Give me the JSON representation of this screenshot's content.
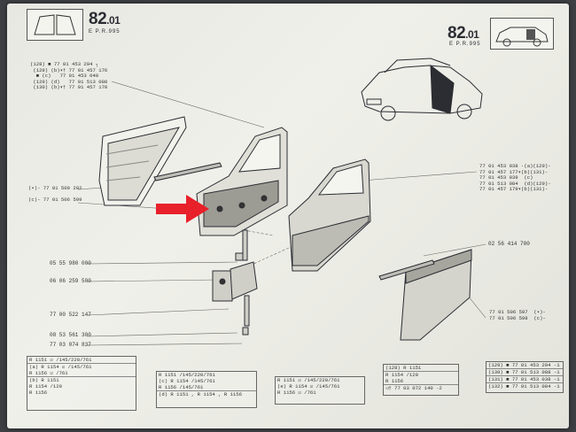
{
  "page_left": {
    "number": "82",
    "suffix": ".01",
    "sub": "E    P.R.995"
  },
  "page_right": {
    "number": "82",
    "suffix": ".01",
    "sub": "E    P.R.995"
  },
  "ref_top_left": "(128) ■ 77 01 453 294 ┐\n (129) (b)▾† 77 01 457 176\n  ■ (c)   77 01 453 040\n (129) (d)   77 01 513 088\n (130) (b)▾† 77 01 457 178",
  "ref_left_mid": "(▪)- 77 01 509 292\n\n(c)- 77 01 506 599",
  "parts_center": [
    {
      "code": "05 55 980 000"
    },
    {
      "code": "06 06 259 500"
    },
    {
      "code": "77 00 522 147"
    },
    {
      "code": "08 53 561 300"
    },
    {
      "code": "77 03 074 837"
    }
  ],
  "ref_right_top": "77 01 453 038 ·(a)(129)- \n77 01 457 177▾(b)(131)- \n77 01 453 039  (c)      \n77 01 513 084  (d)(129)- \n77 01 457 179▾(b)(131)- ",
  "part_right": "02 56 414 700",
  "ref_right_bottom": "77 01 506 597  (▪)-\n77 01 506 598  (c)-",
  "box1": [
    "R 1151       ☑ /145/220/761",
    "(a) R 1154    ☑ /145/761",
    "    R 1156    ☑ /761",
    "(b) R 1151",
    "    R 1154    /120",
    "    R 1156"
  ],
  "box2": [
    "       R 1151    /145/220/761",
    "(c)    R 1154    /145/761",
    "       R 1156    /145/761",
    "(d)  R 1151 ,  R 1154 ,  R 1156"
  ],
  "box3": [
    "R 1151    ☑ /145/220/761",
    "(e) R 1154    ☑ /145/761",
    "    R 1156    ☑ /761"
  ],
  "box4": [
    "(128) R 1151",
    "      R 1154    /120",
    "      R 1156",
    "  ◁† 77 03 072 140 ·2"
  ],
  "box5": [
    "(129)  ■ 77 01 453 294 ·1",
    "(130)  ■ 77 01 513 088 ·1",
    "(131)  ■ 77 01 453 038 ·1",
    "(132)  ■ 77 01 513 084 ·1"
  ],
  "colors": {
    "arrow": "#e8202a",
    "ink": "#2b2d33",
    "paper": "#ecece6"
  }
}
